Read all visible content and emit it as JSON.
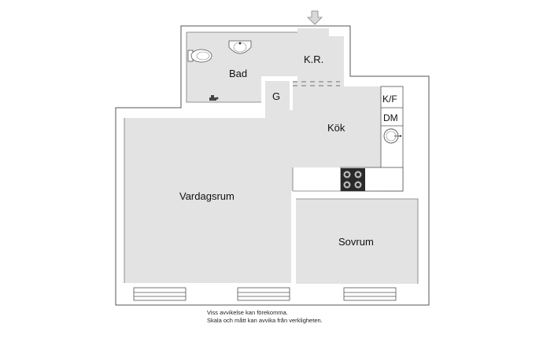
{
  "plan": {
    "rooms": {
      "bad": "Bad",
      "kr": "K.R.",
      "g": "G",
      "kok": "Kök",
      "vardagsrum": "Vardagsrum",
      "sovrum": "Sovrum"
    },
    "appliances": {
      "kf": "K/F",
      "dm": "DM"
    },
    "entrance_icon": "arrow-down-icon",
    "colors": {
      "floor": "#e3e3e3",
      "wall": "#ffffff",
      "outline": "#555555",
      "stove": "#2a2a2a"
    }
  },
  "disclaimer": {
    "line1": "Viss avvikelse kan förekomma.",
    "line2": "Skala och mått kan avvika från verkligheten."
  }
}
